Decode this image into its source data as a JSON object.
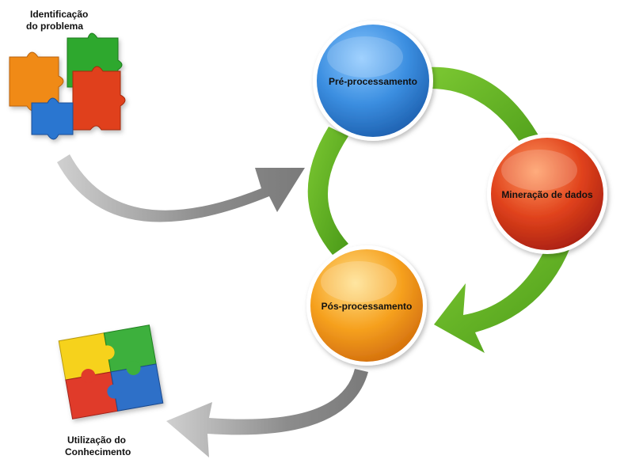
{
  "labels": {
    "problem_identification": [
      "Identificação",
      "do problema"
    ],
    "knowledge_use": [
      "Utilização do",
      "Conhecimento"
    ]
  },
  "stages": [
    {
      "id": "pre",
      "label": "Pré-processamento"
    },
    {
      "id": "mining",
      "label": "Mineração de dados"
    },
    {
      "id": "post",
      "label": "Pós-processamento"
    }
  ],
  "icons": {
    "problem": "puzzle-pieces-scattered-icon",
    "knowledge": "puzzle-pieces-assembled-icon"
  },
  "colors": {
    "cycle_arrow": "#5aa81f",
    "flow_arrow": "#8c8c8c",
    "stage_pre": "#2f86d8",
    "stage_mining": "#d8381a",
    "stage_post": "#f0941a"
  }
}
